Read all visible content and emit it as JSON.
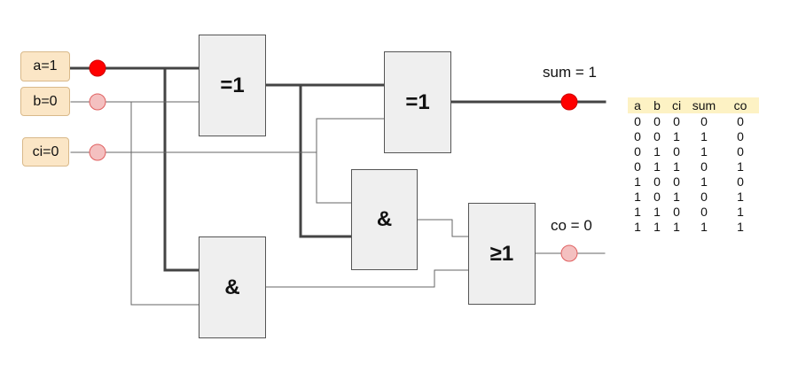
{
  "inputs": {
    "a": {
      "label": "a=1",
      "value": 1
    },
    "b": {
      "label": "b=0",
      "value": 0
    },
    "ci": {
      "label": "ci=0",
      "value": 0
    }
  },
  "gates": {
    "xor1": {
      "symbol": "=1"
    },
    "xor2": {
      "symbol": "=1"
    },
    "and1": {
      "symbol": "&"
    },
    "and2": {
      "symbol": "&"
    },
    "or1": {
      "symbol": "≥1"
    }
  },
  "outputs": {
    "sum": {
      "label": "sum = 1",
      "value": 1
    },
    "co": {
      "label": "co = 0",
      "value": 0
    }
  },
  "colors": {
    "active": "#ff0000",
    "inactive_fill": "#f4c0c0",
    "inactive_stroke": "#e06060",
    "wire": "#555555",
    "input_bg": "#fbe6c6",
    "gate_bg": "#efefef",
    "table_header_bg": "#fdf2c4"
  },
  "truth_table": {
    "headers": [
      "a",
      "b",
      "ci",
      "sum",
      "co"
    ],
    "rows": [
      [
        "0",
        "0",
        "0",
        "0",
        "0"
      ],
      [
        "0",
        "0",
        "1",
        "1",
        "0"
      ],
      [
        "0",
        "1",
        "0",
        "1",
        "0"
      ],
      [
        "0",
        "1",
        "1",
        "0",
        "1"
      ],
      [
        "1",
        "0",
        "0",
        "1",
        "0"
      ],
      [
        "1",
        "0",
        "1",
        "0",
        "1"
      ],
      [
        "1",
        "1",
        "0",
        "0",
        "1"
      ],
      [
        "1",
        "1",
        "1",
        "1",
        "1"
      ]
    ]
  }
}
